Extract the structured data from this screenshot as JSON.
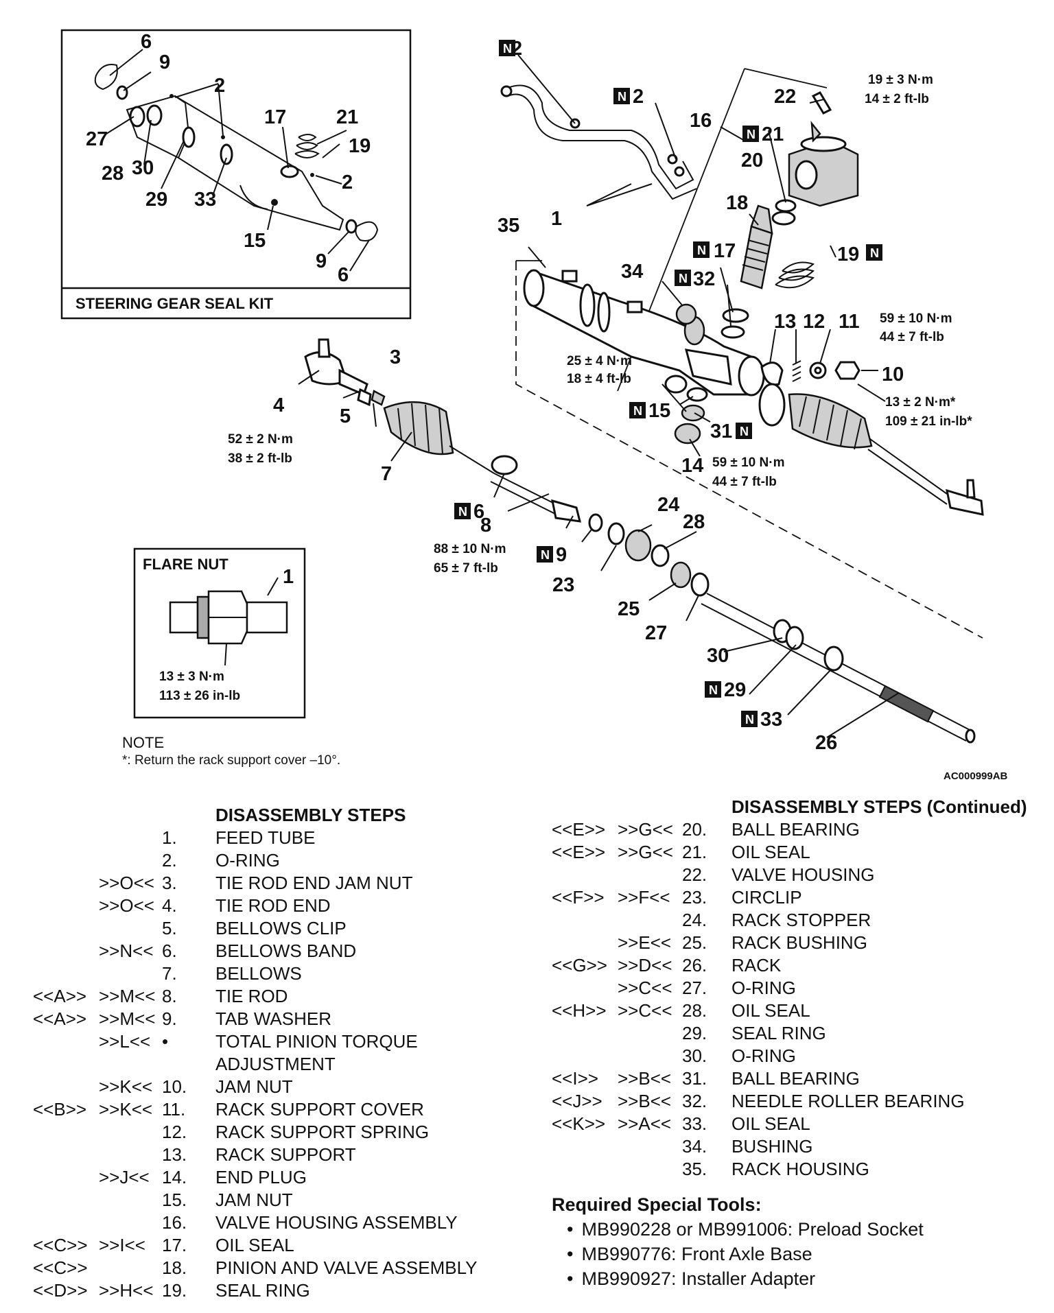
{
  "diagram": {
    "inset_title": "STEERING GEAR SEAL KIT",
    "flare_title": "FLARE NUT",
    "figure_code": "AC000999AB",
    "note_title": "NOTE",
    "note_text": "*: Return the rack support cover –10°.",
    "new_mark": "N",
    "torques": {
      "t1": "19 ± 3 N·m",
      "t1b": "14 ± 2 ft-lb",
      "t2": "59 ± 10 N·m",
      "t2b": "44 ± 7 ft-lb",
      "t3": "25 ± 4 N·m",
      "t3b": "18 ± 4 ft-lb",
      "t4": "13 ± 2 N·m*",
      "t4b": "109 ± 21 in-lb*",
      "t5": "52 ± 2 N·m",
      "t5b": "38 ± 2 ft-lb",
      "t6": "59 ± 10 N·m",
      "t6b": "44 ± 7 ft-lb",
      "t7": "88 ± 10 N·m",
      "t7b": "65 ± 7 ft-lb",
      "t8": "13 ± 3 N·m",
      "t8b": "113 ± 26 in-lb"
    }
  },
  "steps_left": {
    "title": "DISASSEMBLY STEPS",
    "items": [
      {
        "a": "",
        "b": "",
        "n": "1.",
        "t": "FEED TUBE"
      },
      {
        "a": "",
        "b": "",
        "n": "2.",
        "t": "O-RING"
      },
      {
        "a": "",
        "b": ">>O<<",
        "n": "3.",
        "t": "TIE ROD END JAM NUT"
      },
      {
        "a": "",
        "b": ">>O<<",
        "n": "4.",
        "t": "TIE ROD END"
      },
      {
        "a": "",
        "b": "",
        "n": "5.",
        "t": "BELLOWS CLIP"
      },
      {
        "a": "",
        "b": ">>N<<",
        "n": "6.",
        "t": "BELLOWS BAND"
      },
      {
        "a": "",
        "b": "",
        "n": "7.",
        "t": "BELLOWS"
      },
      {
        "a": "<<A>>",
        "b": ">>M<<",
        "n": "8.",
        "t": "TIE ROD"
      },
      {
        "a": "<<A>>",
        "b": ">>M<<",
        "n": "9.",
        "t": "TAB WASHER"
      },
      {
        "a": "",
        "b": ">>L<<",
        "n": "•",
        "t": "TOTAL PINION TORQUE"
      },
      {
        "a": "",
        "b": "",
        "n": "",
        "t": "ADJUSTMENT"
      },
      {
        "a": "",
        "b": ">>K<<",
        "n": "10.",
        "t": "JAM NUT"
      },
      {
        "a": "<<B>>",
        "b": ">>K<<",
        "n": "11.",
        "t": "RACK SUPPORT COVER"
      },
      {
        "a": "",
        "b": "",
        "n": "12.",
        "t": "RACK SUPPORT SPRING"
      },
      {
        "a": "",
        "b": "",
        "n": "13.",
        "t": "RACK SUPPORT"
      },
      {
        "a": "",
        "b": ">>J<<",
        "n": "14.",
        "t": "END PLUG"
      },
      {
        "a": "",
        "b": "",
        "n": "15.",
        "t": "JAM NUT"
      },
      {
        "a": "",
        "b": "",
        "n": "16.",
        "t": "VALVE HOUSING ASSEMBLY"
      },
      {
        "a": "<<C>>",
        "b": ">>I<<",
        "n": "17.",
        "t": "OIL SEAL"
      },
      {
        "a": "<<C>>",
        "b": "",
        "n": "18.",
        "t": "PINION AND VALVE ASSEMBLY"
      },
      {
        "a": "<<D>>",
        "b": ">>H<<",
        "n": "19.",
        "t": "SEAL RING"
      }
    ]
  },
  "steps_right": {
    "title": "DISASSEMBLY STEPS (Continued)",
    "items": [
      {
        "a": "<<E>>",
        "b": ">>G<<",
        "n": "20.",
        "t": "BALL BEARING"
      },
      {
        "a": "<<E>>",
        "b": ">>G<<",
        "n": "21.",
        "t": "OIL SEAL"
      },
      {
        "a": "",
        "b": "",
        "n": "22.",
        "t": "VALVE HOUSING"
      },
      {
        "a": "<<F>>",
        "b": ">>F<<",
        "n": "23.",
        "t": "CIRCLIP"
      },
      {
        "a": "",
        "b": "",
        "n": "24.",
        "t": "RACK STOPPER"
      },
      {
        "a": "",
        "b": ">>E<<",
        "n": "25.",
        "t": "RACK BUSHING"
      },
      {
        "a": "<<G>>",
        "b": ">>D<<",
        "n": "26.",
        "t": "RACK"
      },
      {
        "a": "",
        "b": ">>C<<",
        "n": "27.",
        "t": "O-RING"
      },
      {
        "a": "<<H>>",
        "b": ">>C<<",
        "n": "28.",
        "t": "OIL SEAL"
      },
      {
        "a": "",
        "b": "",
        "n": "29.",
        "t": "SEAL RING"
      },
      {
        "a": "",
        "b": "",
        "n": "30.",
        "t": "O-RING"
      },
      {
        "a": "<<I>>",
        "b": ">>B<<",
        "n": "31.",
        "t": "BALL BEARING"
      },
      {
        "a": "<<J>>",
        "b": ">>B<<",
        "n": "32.",
        "t": "NEEDLE ROLLER BEARING"
      },
      {
        "a": "<<K>>",
        "b": ">>A<<",
        "n": "33.",
        "t": "OIL SEAL"
      },
      {
        "a": "",
        "b": "",
        "n": "34.",
        "t": "BUSHING"
      },
      {
        "a": "",
        "b": "",
        "n": "35.",
        "t": "RACK HOUSING"
      }
    ]
  },
  "tools": {
    "title": "Required Special Tools:",
    "items": [
      "MB990228 or MB991006: Preload Socket",
      "MB990776: Front Axle Base",
      "MB990927: Installer Adapter"
    ]
  }
}
